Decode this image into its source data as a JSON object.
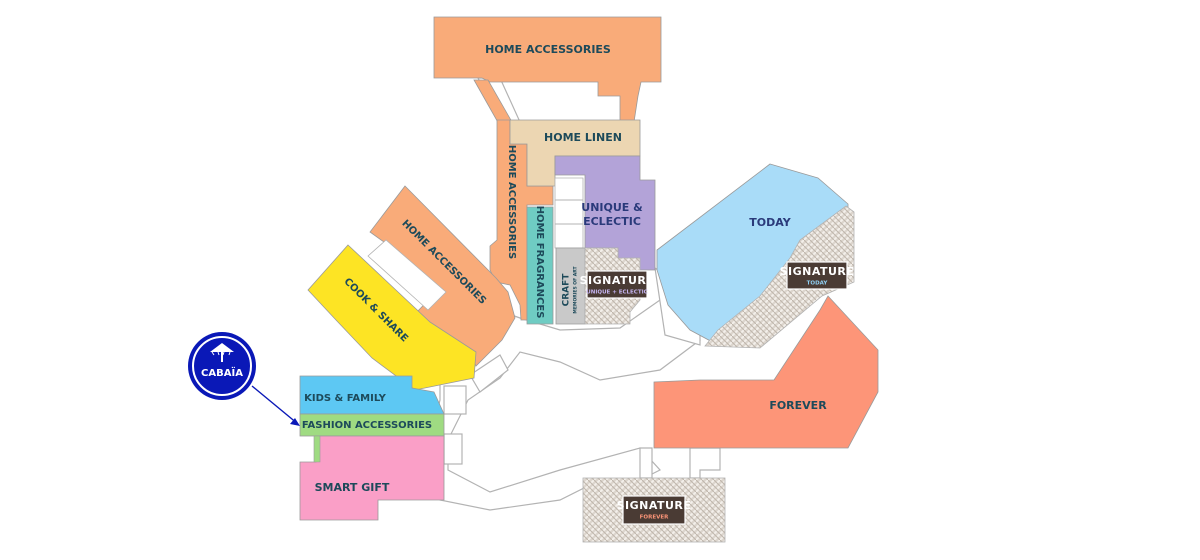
{
  "colors": {
    "peach": "#f9ab79",
    "linen": "#ecd6b2",
    "lavender": "#b3a3d8",
    "teal": "#6fccc3",
    "grey": "#c9c9c9",
    "sky": "#a9dcf8",
    "salmon": "#fd9578",
    "yellow": "#fde424",
    "kids": "#5dc8f3",
    "green": "#9fdb82",
    "pink": "#fa9fc7",
    "label_dark": "#1d4a5a",
    "label_navy": "#2a3a7a",
    "signature_box": "#4a3b34",
    "pattern_base": "#dcd5cd",
    "logo_blue": "#0a18b7"
  },
  "zones": {
    "home_accessories_top": "HOME ACCESSORIES",
    "home_linen": "HOME LINEN",
    "home_accessories_vertical": "HOME ACCESSORIES",
    "unique_eclectic_line1": "UNIQUE &",
    "unique_eclectic_line2": "ECLECTIC",
    "home_fragrances": "HOME FRAGRANCES",
    "craft_line1": "CRAFT",
    "craft_line2": "MEMORIES OF ART",
    "home_accessories_diag": "HOME ACCESSORIES",
    "cook_share": "COOK & SHARE",
    "today": "TODAY",
    "forever": "FOREVER",
    "kids_family": "KIDS & FAMILY",
    "fashion_accessories": "FASHION ACCESSORIES",
    "smart_gift": "SMART GIFT"
  },
  "signatures": [
    {
      "title": "SIGNATURE",
      "subtitle": "UNIQUE + ECLECTIC",
      "subtitle_color": "#c4b3f0"
    },
    {
      "title": "SIGNATURE",
      "subtitle": "TODAY",
      "subtitle_color": "#8fd0f5"
    },
    {
      "title": "SIGNATURE",
      "subtitle": "FOREVER",
      "subtitle_color": "#fd9578"
    }
  ],
  "logo": {
    "text": "CABAÏA",
    "icon": "parasol-icon"
  }
}
